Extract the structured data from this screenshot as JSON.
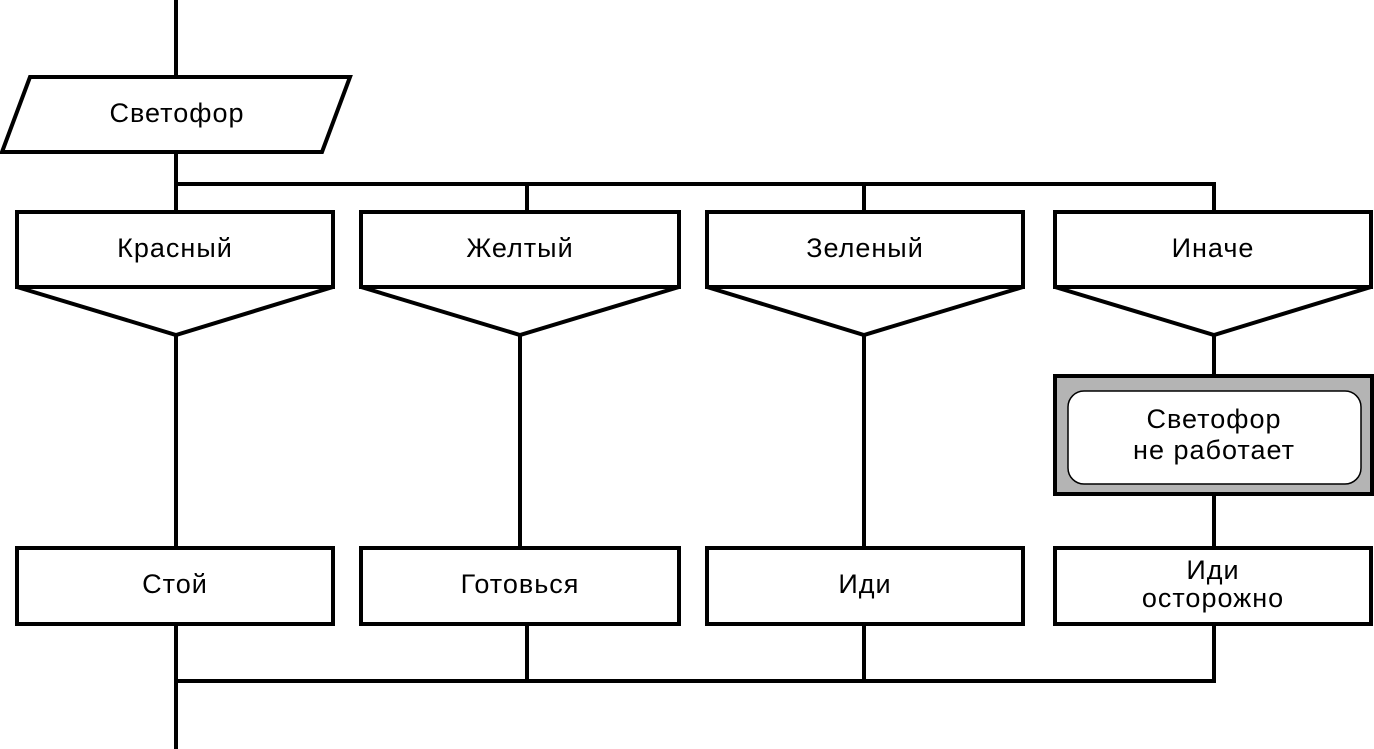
{
  "input": {
    "label": "Светофор"
  },
  "cases": [
    {
      "label": "Красный",
      "action": [
        "Стой"
      ]
    },
    {
      "label": "Желтый",
      "action": [
        "Готовься"
      ]
    },
    {
      "label": "Зеленый",
      "action": [
        "Иди"
      ]
    },
    {
      "label": "Иначе",
      "action": [
        "Иди",
        "осторожно"
      ]
    }
  ],
  "subroutine": {
    "lines": [
      "Светофор",
      "не работает"
    ]
  },
  "colors": {
    "subroutine_frame": "#b4b4b4",
    "stroke": "#000000"
  }
}
